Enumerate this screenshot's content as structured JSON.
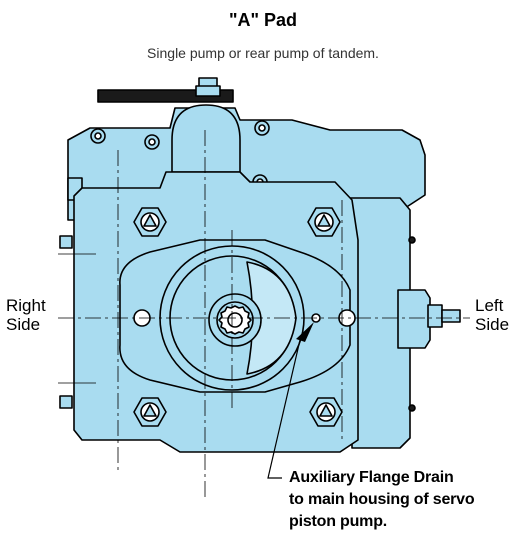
{
  "title": "\"A\" Pad",
  "subtitle": "Single pump or rear pump of tandem.",
  "labels": {
    "right_side": [
      "Right",
      "Side"
    ],
    "left_side": [
      "Left",
      "Side"
    ]
  },
  "callout": {
    "lines": [
      "Auxiliary Flange Drain",
      "to main housing of servo",
      "piston pump."
    ]
  },
  "colors": {
    "body_fill": "#a9dcf0",
    "outline": "#000000",
    "background": "#ffffff"
  }
}
